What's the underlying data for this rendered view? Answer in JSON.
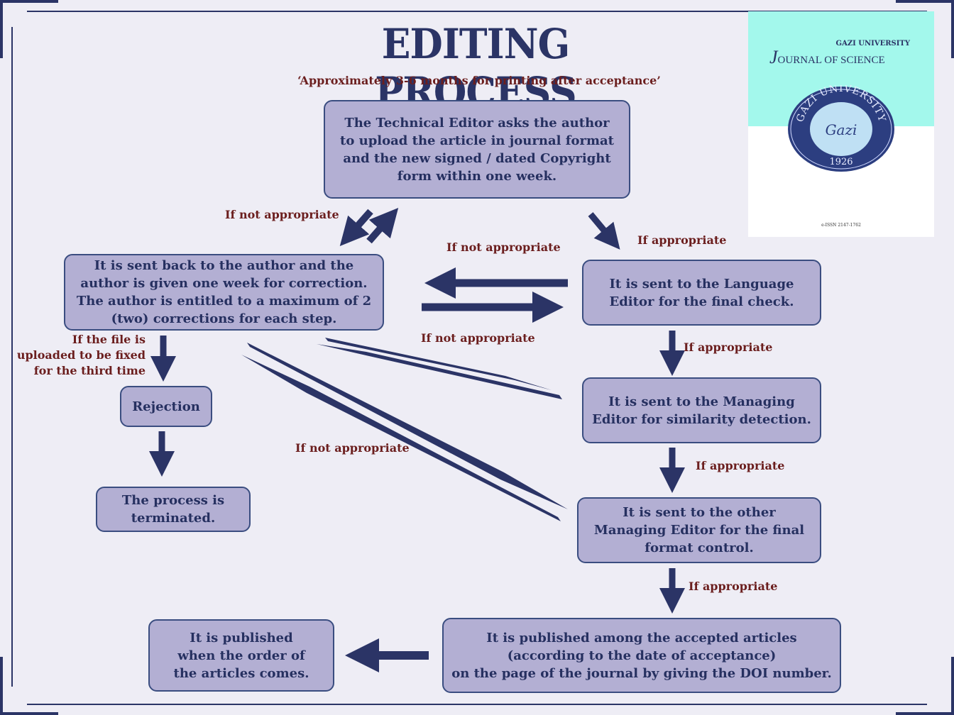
{
  "title": "EDITING PROCESS",
  "subtitle": "‘Approximately 3-6 months for printing after acceptance’",
  "boxes": {
    "technical_editor": "The Technical Editor asks the author to upload the article in journal format and the new signed / dated Copyright  form within one week.",
    "sent_back": "It is sent back to the author and the author is given one week for correction.\nThe author is entitled to a maximum of 2 (two) corrections for each step.",
    "language_editor": "It is sent to the Language Editor for the final check.",
    "managing_editor": "It is sent to the Managing Editor for similarity detection.",
    "other_managing_editor": "It is sent to the other Managing Editor for the final format control.",
    "rejection": "Rejection",
    "terminated": "The process is terminated.",
    "published_accepted": "It is published among the accepted articles\n(according to the date of acceptance)\non the page of the journal by giving the DOI number.",
    "published_order": "It is published when the order of the articles comes."
  },
  "labels": {
    "not_appropriate_1": "If not appropriate",
    "appropriate_1": "If appropriate",
    "not_appropriate_2": "If not appropriate",
    "not_appropriate_3": "If not appropriate",
    "appropriate_2": "If appropriate",
    "appropriate_3": "If appropriate",
    "not_appropriate_4": "If not appropriate",
    "appropriate_4": "If appropriate",
    "third_time": "If the file is\nuploaded to be fixed\nfor the third time"
  },
  "cover": {
    "university": "GAZI UNIVERSITY",
    "journal_initial": "J",
    "journal_rest": "OURNAL OF SCIENCE",
    "seal_text": "GAZI UNIVERSITY",
    "seal_signature": "Gazi",
    "seal_year": "1926",
    "issn": "e-ISSN 2147-1762"
  },
  "colors": {
    "background": "#eeedf5",
    "box_fill": "#b3afd3",
    "box_border": "#3a4d80",
    "box_text": "#263060",
    "arrow": "#2b3466",
    "label_text": "#6b1e1e",
    "cover_band": "#a3f8ec"
  }
}
